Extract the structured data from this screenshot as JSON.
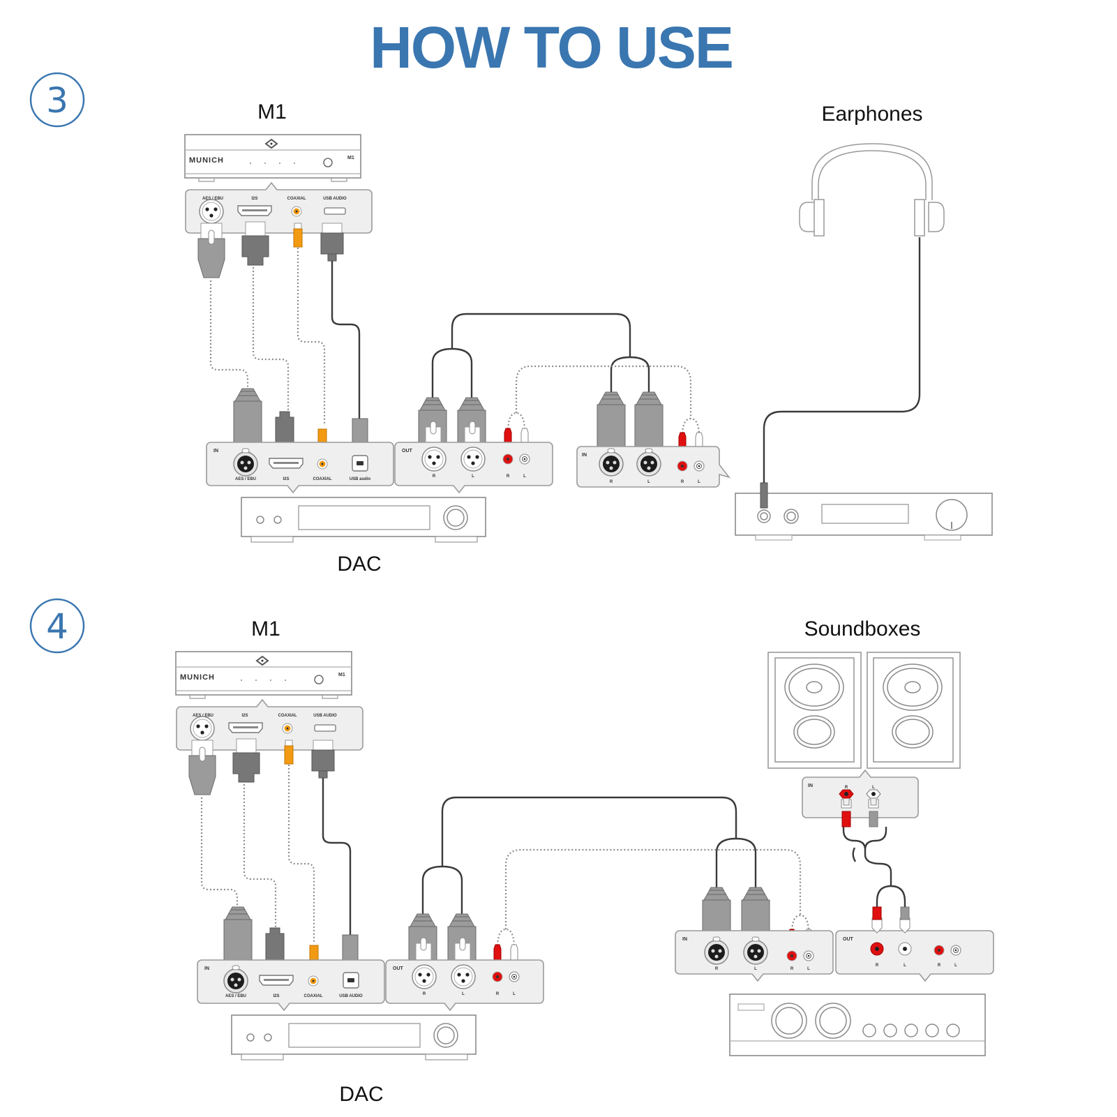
{
  "title": "HOW TO USE",
  "colors": {
    "accent": "#3a76b0",
    "coaxial": "#f29a12",
    "rca_right": "#e01010"
  },
  "steps": [
    {
      "number": "3",
      "source_label": "M1",
      "source_brand": "MUNICH",
      "source_model": "M1",
      "source_ports": [
        "AES / EBU",
        "I2S",
        "COAXIAL",
        "USB AUDIO"
      ],
      "dac_label": "DAC",
      "dac_in_panel": {
        "title": "IN",
        "ports": [
          "AES / EBU",
          "I2S",
          "COAXIAL",
          "USB audio"
        ]
      },
      "dac_out_panel": {
        "title": "OUT",
        "ports": [
          "R",
          "L",
          "R",
          "L"
        ]
      },
      "amp_in_panel": {
        "title": "IN",
        "ports": [
          "R",
          "L",
          "R",
          "L"
        ]
      },
      "output_label": "Earphones"
    },
    {
      "number": "4",
      "source_label": "M1",
      "source_brand": "MUNICH",
      "source_model": "M1",
      "source_ports": [
        "AES / EBU",
        "I2S",
        "COAXIAL",
        "USB AUDIO"
      ],
      "dac_label": "DAC",
      "dac_in_panel": {
        "title": "IN",
        "ports": [
          "AES / EBU",
          "I2S",
          "COAXIAL",
          "USB AUDIO"
        ]
      },
      "dac_out_panel": {
        "title": "OUT",
        "ports": [
          "R",
          "L",
          "R",
          "L"
        ]
      },
      "amp_in_panel": {
        "title": "IN",
        "ports": [
          "R",
          "L",
          "R",
          "L"
        ]
      },
      "amp_out_panel": {
        "title": "OUT",
        "ports": [
          "R",
          "L",
          "R",
          "L"
        ]
      },
      "speaker_in_panel": {
        "title": "IN",
        "ports": [
          "R",
          "L"
        ]
      },
      "output_label": "Soundboxes"
    }
  ]
}
